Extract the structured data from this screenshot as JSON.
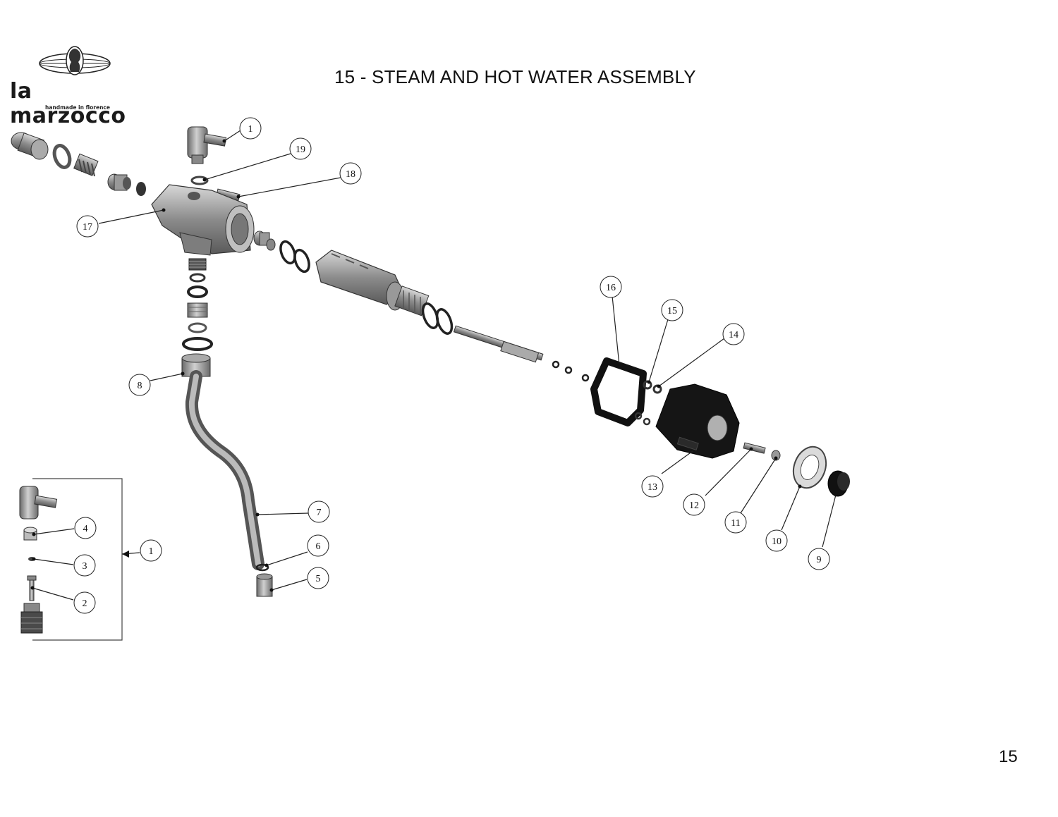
{
  "header": {
    "brand_name": "la marzocco",
    "brand_tagline": "handmade in florence",
    "title": "15 - STEAM AND HOT WATER ASSEMBLY"
  },
  "footer": {
    "page_number": "15"
  },
  "callouts": [
    {
      "id": "c1-top",
      "label": "1"
    },
    {
      "id": "c19",
      "label": "19"
    },
    {
      "id": "c18",
      "label": "18"
    },
    {
      "id": "c17",
      "label": "17"
    },
    {
      "id": "c16",
      "label": "16"
    },
    {
      "id": "c15",
      "label": "15"
    },
    {
      "id": "c14",
      "label": "14"
    },
    {
      "id": "c13",
      "label": "13"
    },
    {
      "id": "c12",
      "label": "12"
    },
    {
      "id": "c11",
      "label": "11"
    },
    {
      "id": "c10",
      "label": "10"
    },
    {
      "id": "c9",
      "label": "9"
    },
    {
      "id": "c8",
      "label": "8"
    },
    {
      "id": "c7",
      "label": "7"
    },
    {
      "id": "c6",
      "label": "6"
    },
    {
      "id": "c5",
      "label": "5"
    },
    {
      "id": "c4",
      "label": "4"
    },
    {
      "id": "c3",
      "label": "3"
    },
    {
      "id": "c2",
      "label": "2"
    },
    {
      "id": "c1-kit",
      "label": "1"
    }
  ],
  "colors": {
    "part_fill": "#9a9a9a",
    "part_dark": "#1b1b1b",
    "line": "#222222"
  }
}
